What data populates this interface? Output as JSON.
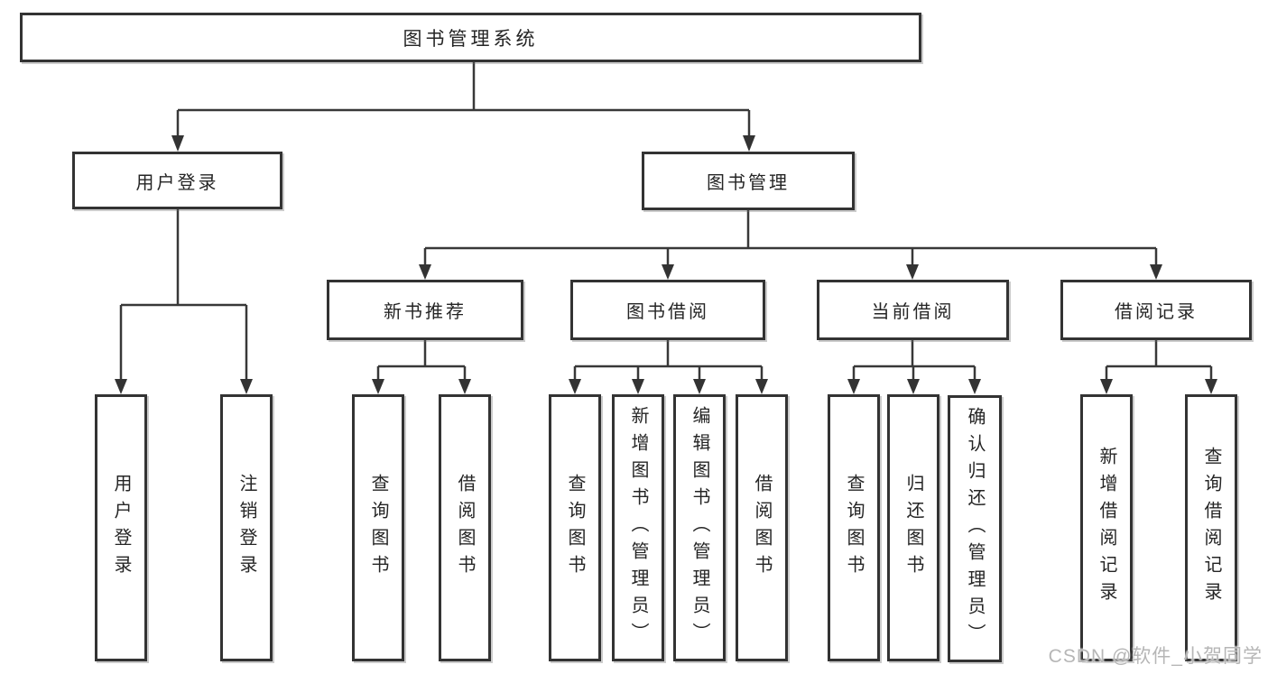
{
  "title": "图书管理系统",
  "watermark": "CSDN @软件_小贺同学",
  "colors": {
    "line": "#333333",
    "box_border": "#333333",
    "text": "#252525",
    "watermark": "#b6b6b6",
    "background": "#ffffff"
  },
  "tree": {
    "root": "图书管理系统",
    "branches": [
      {
        "label": "用户登录",
        "leaves": [
          "用户登录",
          "注销登录"
        ]
      },
      {
        "label": "图书管理",
        "groups": [
          {
            "label": "新书推荐",
            "leaves": [
              "查询图书",
              "借阅图书"
            ]
          },
          {
            "label": "图书借阅",
            "leaves": [
              "查询图书",
              "新增图书（管理员）",
              "编辑图书（管理员）",
              "借阅图书"
            ]
          },
          {
            "label": "当前借阅",
            "leaves": [
              "查询图书",
              "归还图书",
              "确认归还（管理员）"
            ]
          },
          {
            "label": "借阅记录",
            "leaves": [
              "新增借阅记录",
              "查询借阅记录"
            ]
          }
        ]
      }
    ]
  }
}
